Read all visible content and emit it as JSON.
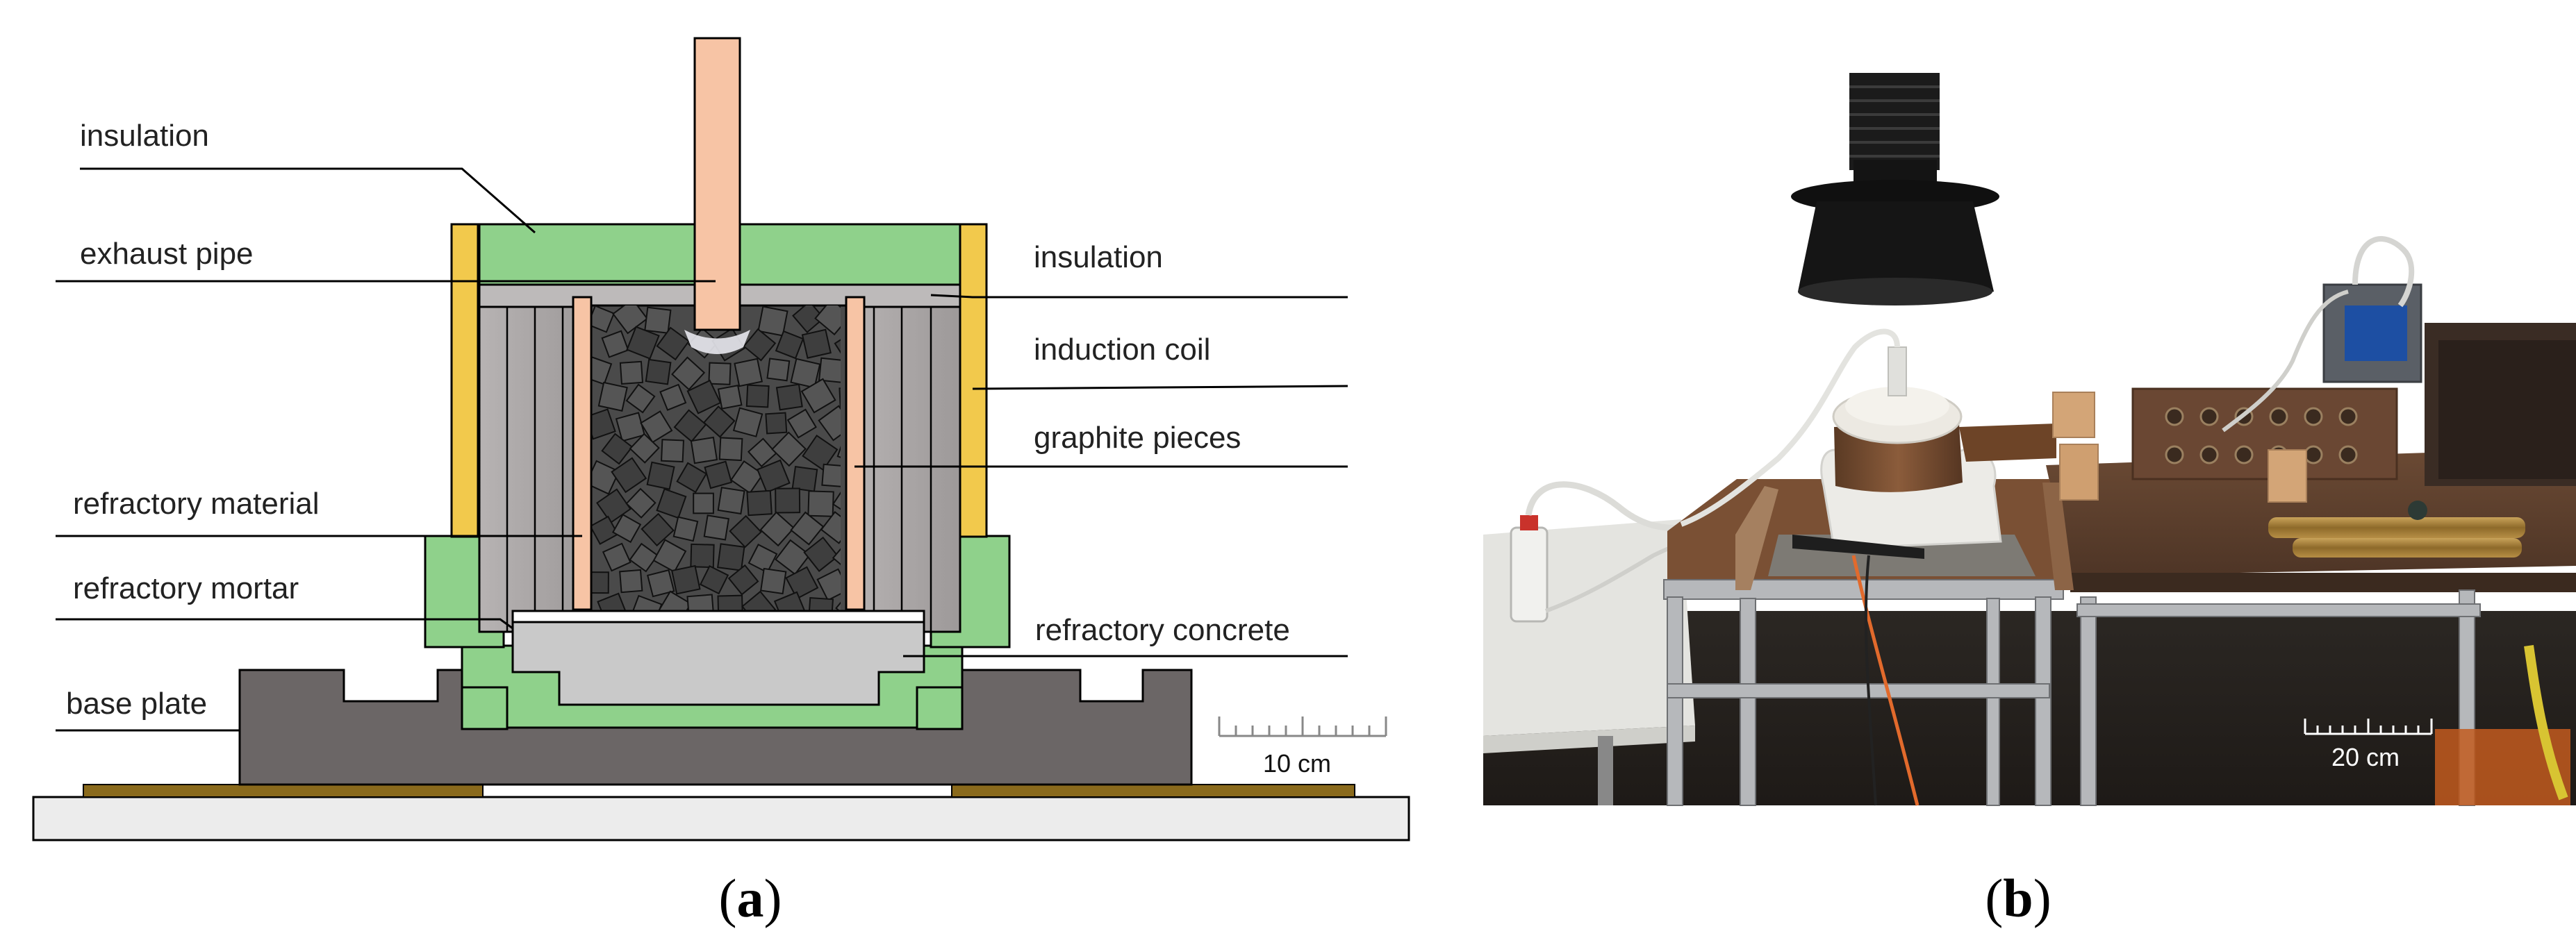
{
  "panel_a": {
    "caption_open": "(",
    "caption_letter": "a",
    "caption_close": ")",
    "labels": {
      "insulation_top": "insulation",
      "exhaust_pipe": "exhaust pipe",
      "refractory_material": "refractory material",
      "refractory_mortar": "refractory mortar",
      "base_plate": "base plate",
      "insulation_right": "insulation",
      "induction_coil": "induction coil",
      "graphite_pieces": "graphite pieces",
      "refractory_concrete": "refractory concrete"
    },
    "scale_bar": "10 cm",
    "colors": {
      "insulation": "#8fd18b",
      "coil": "#f2c94c",
      "pipe": "#f7c4a5",
      "refractory": "#a8a5a5",
      "base_plate": "#6b6666",
      "concrete": "#c9c9c9",
      "graphite": "#3e3e3e",
      "brass_plate": "#8a6a1c"
    }
  },
  "panel_b": {
    "caption_open": "(",
    "caption_letter": "b",
    "caption_close": ")",
    "scale_bar": "20 cm"
  }
}
